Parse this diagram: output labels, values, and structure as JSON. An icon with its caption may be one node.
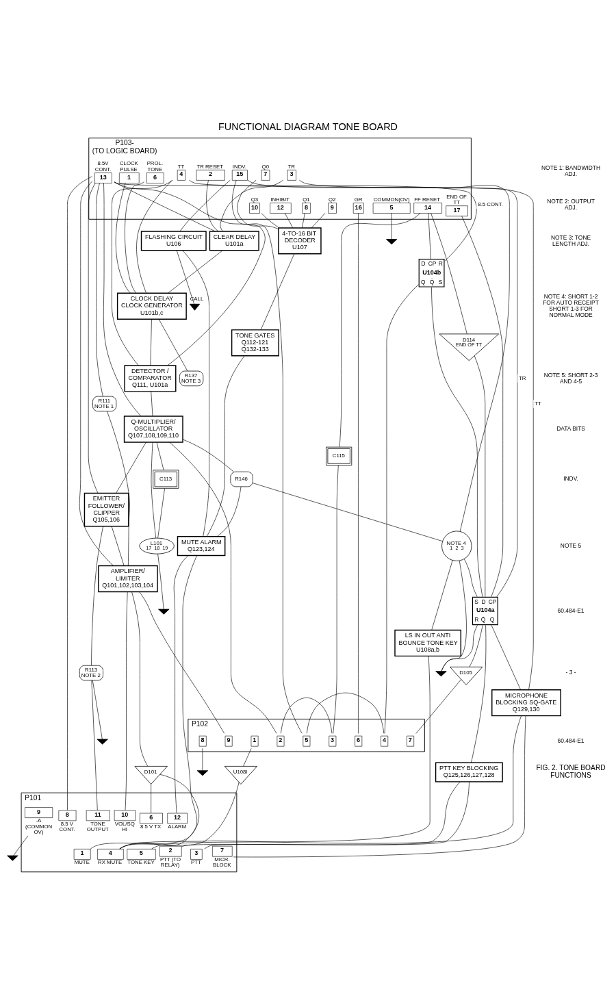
{
  "diagram": {
    "title": "FUNCTIONAL DIAGRAM TONE BOARD",
    "caption": "FIG. 2. TONE BOARD FUNCTIONS",
    "nodes": [
      {
        "text": [
          "P103-",
          "(TO LOGIC BOARD)"
        ]
      },
      {
        "text": [
          "13"
        ],
        "in": 0,
        "beside": [
          "8.5V CONT."
        ]
      },
      {
        "text": [
          "2"
        ],
        "in": 0,
        "beside": [
          "TR RESET"
        ]
      },
      {
        "text": [
          "3"
        ],
        "in": 0,
        "beside": [
          "TR"
        ]
      },
      {
        "text": [
          "4"
        ],
        "in": 0,
        "beside": [
          "TT"
        ]
      },
      {
        "text": [
          "1"
        ],
        "in": 0,
        "beside": [
          "CLOCK PULSE"
        ]
      },
      {
        "text": [
          "6"
        ],
        "in": 0,
        "beside": [
          "PROL. TONE"
        ]
      },
      {
        "text": [
          "15"
        ],
        "in": 0,
        "beside": [
          "INDV."
        ]
      },
      {
        "text": [
          "7"
        ],
        "in": 0,
        "beside": [
          "Q0"
        ]
      },
      {
        "text": [
          "8"
        ],
        "in": 0,
        "beside": [
          "Q1"
        ]
      },
      {
        "text": [
          "9"
        ],
        "in": 0,
        "beside": [
          "Q2"
        ]
      },
      {
        "text": [
          "10"
        ],
        "in": 0,
        "beside": [
          "Q3"
        ]
      },
      {
        "text": [
          "5"
        ],
        "in": 0,
        "beside": [
          "COMMON(OV)"
        ]
      },
      {
        "text": [
          "12"
        ],
        "in": 0,
        "beside": [
          "INHIBIT"
        ]
      },
      {
        "text": [
          "17"
        ],
        "in": 0,
        "beside": [
          "END OF TT"
        ]
      },
      {
        "text": [
          "14"
        ],
        "in": 0,
        "beside": [
          "FF RESET"
        ]
      },
      {
        "text": [
          "16"
        ],
        "in": 0,
        "beside": [
          "GR"
        ]
      },
      {
        "text": [
          "P101"
        ]
      },
      {
        "text": [
          "8"
        ],
        "in": 17,
        "beside": [
          "8.5 V CONT."
        ]
      },
      {
        "text": [
          "10"
        ],
        "in": 17,
        "beside": [
          "VOL/SQ HI"
        ]
      },
      {
        "text": [
          "11"
        ],
        "in": 17,
        "beside": [
          "TONE OUTPUT"
        ]
      },
      {
        "text": [
          "6"
        ],
        "in": 17,
        "beside": [
          "8.5 V TX"
        ]
      },
      {
        "text": [
          "9"
        ],
        "in": 17,
        "beside": [
          "-A (COMMON OV)"
        ]
      },
      {
        "text": [
          "12"
        ],
        "in": 17,
        "beside": [
          "ALARM"
        ]
      },
      {
        "text": [
          "1"
        ],
        "in": 17,
        "beside": [
          "MUTE"
        ]
      },
      {
        "text": [
          "5"
        ],
        "in": 17,
        "beside": [
          "TONE KEY"
        ]
      },
      {
        "text": [
          "2"
        ],
        "in": 17,
        "beside": [
          "PTT (TO RELAY)"
        ]
      },
      {
        "text": [
          "3"
        ],
        "in": 17,
        "beside": [
          "PTT"
        ]
      },
      {
        "text": [
          "7"
        ],
        "in": 17,
        "beside": [
          "MICR. BLOCK"
        ]
      },
      {
        "text": [
          "4"
        ],
        "in": 17,
        "beside": [
          "RX MUTE"
        ]
      },
      {
        "text": [
          "P102"
        ]
      },
      {
        "text": [
          "6"
        ],
        "in": 30
      },
      {
        "text": [
          "2"
        ],
        "in": 30
      },
      {
        "text": [
          "5"
        ],
        "in": 30
      },
      {
        "text": [
          "3"
        ],
        "in": 30
      },
      {
        "text": [
          "4"
        ],
        "in": 30
      },
      {
        "text": [
          "7"
        ],
        "in": 30
      },
      {
        "text": [
          "8"
        ],
        "in": 30
      },
      {
        "text": [
          "9"
        ],
        "in": 30
      },
      {
        "text": [
          "1"
        ],
        "in": 30
      },
      {
        "text": [
          "CLEAR DELAY",
          "U101a"
        ]
      },
      {
        "text": [
          "CLOCK DELAY CLOCK GENERATOR",
          "U101b,c"
        ]
      },
      {
        "text": [
          "FLASHING CIRCUIT",
          "U106"
        ]
      },
      {
        "text": [
          "4-TO-16 BIT DECODER",
          "U107"
        ]
      },
      {
        "text": [
          "DETECTOR / COMPARATOR",
          "Q111, U101a"
        ]
      },
      {
        "text": [
          "TONE GATES",
          "Q112-121 Q132-133"
        ]
      },
      {
        "text": [
          "Q-MULTIPLIER/ OSCILLATOR",
          "Q107,108,109,110"
        ]
      },
      {
        "text": [
          "EMITTER FOLLOWER/ CLIPPER",
          "Q105,106"
        ]
      },
      {
        "text": [
          "AMPLIFIER/ LIMITER",
          "Q101,102,103,104"
        ]
      },
      {
        "text": [
          "MUTE ALARM",
          "Q123,124"
        ]
      },
      {
        "text": [
          "LS IN OUT ANTI BOUNCE TONE KEY",
          "U108a,b"
        ]
      },
      {
        "text": [
          "PTT KEY BLOCKING",
          "Q125,126,127,128"
        ]
      },
      {
        "text": [
          "MICROPHONE BLOCKING SQ-GATE",
          "Q129,130"
        ]
      },
      {
        "text": [
          "D",
          "CP",
          "R",
          "U104b",
          "Q",
          "Q̄",
          "S"
        ]
      },
      {
        "text": [
          "S",
          "D",
          "CP",
          "U104a",
          "R",
          "Q̄",
          "Q"
        ]
      },
      {
        "text": [
          "U108I"
        ]
      },
      {
        "text": [
          "D101"
        ]
      },
      {
        "text": [
          "D105"
        ]
      },
      {
        "text": [
          "D114",
          "END OF TT"
        ]
      },
      {
        "text": [
          "R111",
          "NOTE 1"
        ]
      },
      {
        "text": [
          "R113",
          "NOTE 2"
        ]
      },
      {
        "text": [
          "R137",
          "NOTE 3"
        ]
      },
      {
        "text": [
          "R146"
        ]
      },
      {
        "text": [
          "C113"
        ]
      },
      {
        "text": [
          "C115"
        ]
      },
      {
        "text": [
          "L101",
          "17",
          "18",
          "19"
        ]
      },
      {
        "text": [],
        "shape": "diode",
        "beside": [
          "CALL"
        ]
      },
      {
        "text": [
          "NOTE 4",
          "1",
          "2",
          "3"
        ]
      },
      {
        "text": [],
        "shape": "ground"
      },
      {
        "text": [],
        "shape": "ground"
      },
      {
        "text": [],
        "shape": "ground"
      },
      {
        "text": [],
        "shape": "ground"
      },
      {
        "text": [],
        "shape": "ground"
      },
      {
        "text": [],
        "shape": "ground"
      }
    ],
    "edges": [
      {
        "from": 1,
        "to": 18,
        "arrow": "none"
      },
      {
        "from": 1,
        "to": 40,
        "arrow": "none"
      },
      {
        "from": 1,
        "to": 44,
        "arrow": "none"
      },
      {
        "from": 1,
        "to": 46,
        "arrow": "none"
      },
      {
        "from": 1,
        "to": 47,
        "arrow": "none"
      },
      {
        "from": 1,
        "to": 59,
        "arrow": "none"
      },
      {
        "from": 1,
        "to": 48,
        "arrow": "none"
      },
      {
        "from": 2,
        "to": 40,
        "arrow": "none"
      },
      {
        "from": 3,
        "to": 40,
        "arrow": "none"
      },
      {
        "from": 4,
        "to": 41,
        "arrow": "none"
      },
      {
        "from": 5,
        "to": 41,
        "arrow": "none"
      },
      {
        "from": 6,
        "to": 41,
        "arrow": "none"
      },
      {
        "from": 40,
        "to": 41,
        "arrow": "none"
      },
      {
        "from": 41,
        "to": 44,
        "arrow": "none"
      },
      {
        "from": 4,
        "to": 44,
        "arrow": "none"
      },
      {
        "from": 41,
        "to": 61,
        "arrow": "none"
      },
      {
        "from": 7,
        "to": 42,
        "arrow": "none"
      },
      {
        "from": 42,
        "to": 66,
        "arrow": "none"
      },
      {
        "from": 7,
        "to": 67,
        "arrow": "none"
      },
      {
        "from": 7,
        "to": 33,
        "arrow": "none"
      },
      {
        "from": 8,
        "to": 43,
        "arrow": "none"
      },
      {
        "from": 9,
        "to": 43,
        "arrow": "none"
      },
      {
        "from": 10,
        "to": 43,
        "arrow": "none"
      },
      {
        "from": 11,
        "to": 43,
        "arrow": "none"
      },
      {
        "from": 13,
        "to": 43,
        "arrow": "none"
      },
      {
        "from": 12,
        "to": 68,
        "arrow": "none"
      },
      {
        "from": 43,
        "to": 45,
        "arrow": "none"
      },
      {
        "from": 45,
        "to": 49,
        "arrow": "none"
      },
      {
        "from": 44,
        "to": 46,
        "arrow": "none"
      },
      {
        "from": 46,
        "to": 47,
        "arrow": "none"
      },
      {
        "from": 47,
        "to": 48,
        "arrow": "none"
      },
      {
        "from": 47,
        "to": 60,
        "arrow": "none"
      },
      {
        "from": 60,
        "to": 20,
        "arrow": "none"
      },
      {
        "from": 60,
        "to": 70,
        "arrow": "none"
      },
      {
        "from": 46,
        "to": 63,
        "arrow": "none"
      },
      {
        "from": 63,
        "to": 65,
        "arrow": "none"
      },
      {
        "from": 46,
        "to": 65,
        "arrow": "none"
      },
      {
        "from": 65,
        "to": 69,
        "arrow": "none"
      },
      {
        "from": 46,
        "to": 62,
        "arrow": "none"
      },
      {
        "from": 62,
        "to": 67,
        "arrow": "none"
      },
      {
        "from": 62,
        "to": 49,
        "arrow": "none"
      },
      {
        "from": 42,
        "to": 49,
        "arrow": "none"
      },
      {
        "from": 46,
        "to": 32,
        "arrow": "none"
      },
      {
        "from": 32,
        "to": 34,
        "arrow": "none"
      },
      {
        "from": 33,
        "to": 35,
        "arrow": "none"
      },
      {
        "from": 16,
        "to": 31,
        "arrow": "none"
      },
      {
        "from": 15,
        "to": 53,
        "arrow": "none"
      },
      {
        "from": 15,
        "to": 58,
        "arrow": "none"
      },
      {
        "from": 15,
        "to": 64,
        "arrow": "none"
      },
      {
        "from": 64,
        "to": 34,
        "arrow": "none"
      },
      {
        "from": 58,
        "to": 54,
        "arrow": "none"
      },
      {
        "from": 14,
        "to": 54,
        "arrow": "none"
      },
      {
        "from": 53,
        "to": 35,
        "arrow": "none"
      },
      {
        "from": 54,
        "to": 57,
        "arrow": "none"
      },
      {
        "from": 57,
        "to": 36,
        "arrow": "none"
      },
      {
        "from": 53,
        "to": 54,
        "arrow": "none"
      },
      {
        "from": 54,
        "to": 71,
        "arrow": "none"
      },
      {
        "from": 67,
        "to": 71,
        "arrow": "none"
      },
      {
        "from": 67,
        "to": 54,
        "arrow": "none"
      },
      {
        "from": 67,
        "to": 50,
        "arrow": "none"
      },
      {
        "from": 54,
        "to": 52,
        "arrow": "none"
      },
      {
        "from": 54,
        "to": 51,
        "arrow": "none"
      },
      {
        "from": 49,
        "to": 23,
        "arrow": "none"
      },
      {
        "from": 49,
        "to": 24,
        "arrow": "none"
      },
      {
        "from": 50,
        "to": 25,
        "arrow": "none"
      },
      {
        "from": 51,
        "to": 26,
        "arrow": "none"
      },
      {
        "from": 51,
        "to": 27,
        "arrow": "none"
      },
      {
        "from": 52,
        "to": 28,
        "arrow": "none"
      },
      {
        "from": 52,
        "to": 29,
        "arrow": "none"
      },
      {
        "from": 48,
        "to": 19,
        "arrow": "none"
      },
      {
        "from": 48,
        "to": 56,
        "arrow": "none"
      },
      {
        "from": 56,
        "to": 21,
        "arrow": "none"
      },
      {
        "from": 56,
        "to": 29,
        "arrow": "none"
      },
      {
        "from": 39,
        "to": 55,
        "arrow": "none"
      },
      {
        "from": 55,
        "to": 29,
        "arrow": "none"
      },
      {
        "from": 48,
        "to": 38,
        "arrow": "none"
      },
      {
        "from": 37,
        "to": 72,
        "arrow": "none"
      },
      {
        "from": 22,
        "to": 73,
        "arrow": "none"
      },
      {
        "from": 59,
        "to": 48,
        "arrow": "none"
      },
      {
        "from": 1,
        "to": 53,
        "arrow": "none",
        "label": "8.5 CONT."
      },
      {
        "from": 3,
        "to": 54,
        "arrow": "none",
        "label": "TR"
      },
      {
        "from": 4,
        "to": 52,
        "arrow": "none",
        "label": "TT"
      }
    ],
    "labels": [
      "NOTE 1: BANDWIDTH ADJ.",
      "NOTE 2: OUTPUT ADJ.",
      "NOTE 3: TONE LENGTH ADJ.",
      "NOTE 4: SHORT 1-2 FOR AUTO RECEIPT SHORT 1-3 FOR NORMAL MODE",
      "NOTE 5: SHORT 2-3 AND 4-5",
      "DATA BITS",
      "INDV.",
      "NOTE 5",
      "60.484-E1",
      "- 3 -",
      "60.484-E1"
    ]
  }
}
